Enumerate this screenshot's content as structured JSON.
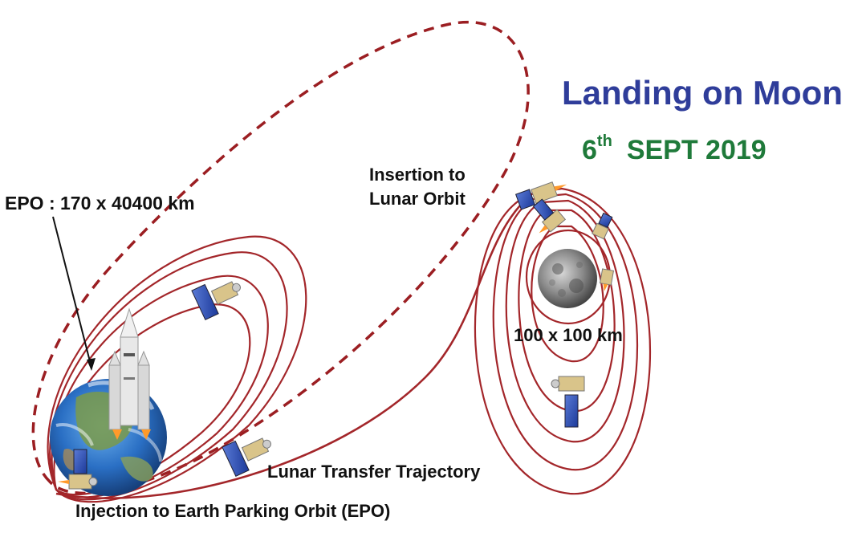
{
  "title": "Landing on Moon",
  "date": {
    "day": "6",
    "suffix": "th",
    "rest": "SEPT 2019"
  },
  "labels": {
    "epo": "EPO : 170 x 40400 km",
    "insertion_line1": "Insertion to",
    "insertion_line2": "Lunar Orbit",
    "lunar_orbit_size": "100 x 100 km",
    "transfer": "Lunar Transfer Trajectory",
    "injection": "Injection to Earth Parking Orbit (EPO)"
  },
  "colors": {
    "title": "#2f3d9a",
    "date": "#1f7a3a",
    "orbit": "#a3262a",
    "dashed_orbit": "#9b1e22",
    "text": "#111111"
  },
  "icons": [
    "earth-icon",
    "moon-icon",
    "rocket-icon",
    "spacecraft-icon"
  ]
}
